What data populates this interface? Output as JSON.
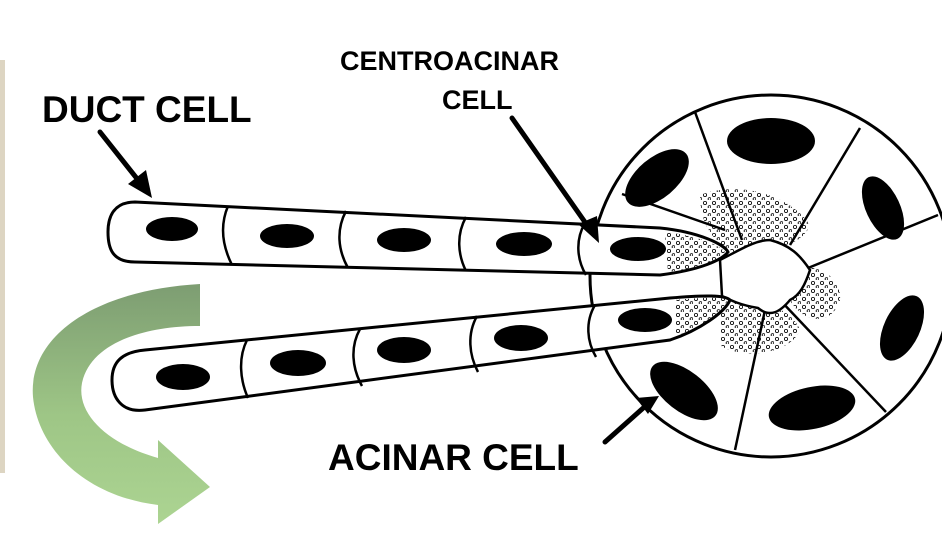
{
  "labels": {
    "duct_cell": "DUCT CELL",
    "centroacinar_line1": "CENTROACINAR",
    "centroacinar_line2": "CELL",
    "acinar_cell": "ACINAR CELL"
  },
  "colors": {
    "outline": "#000000",
    "nucleus": "#000000",
    "arrow_gradient_light": "#a9cf8f",
    "arrow_gradient_dark": "#7d9d72",
    "left_border": "#ddd5c2"
  },
  "icons": {
    "flow_arrow": "curved-arrow-icon"
  }
}
